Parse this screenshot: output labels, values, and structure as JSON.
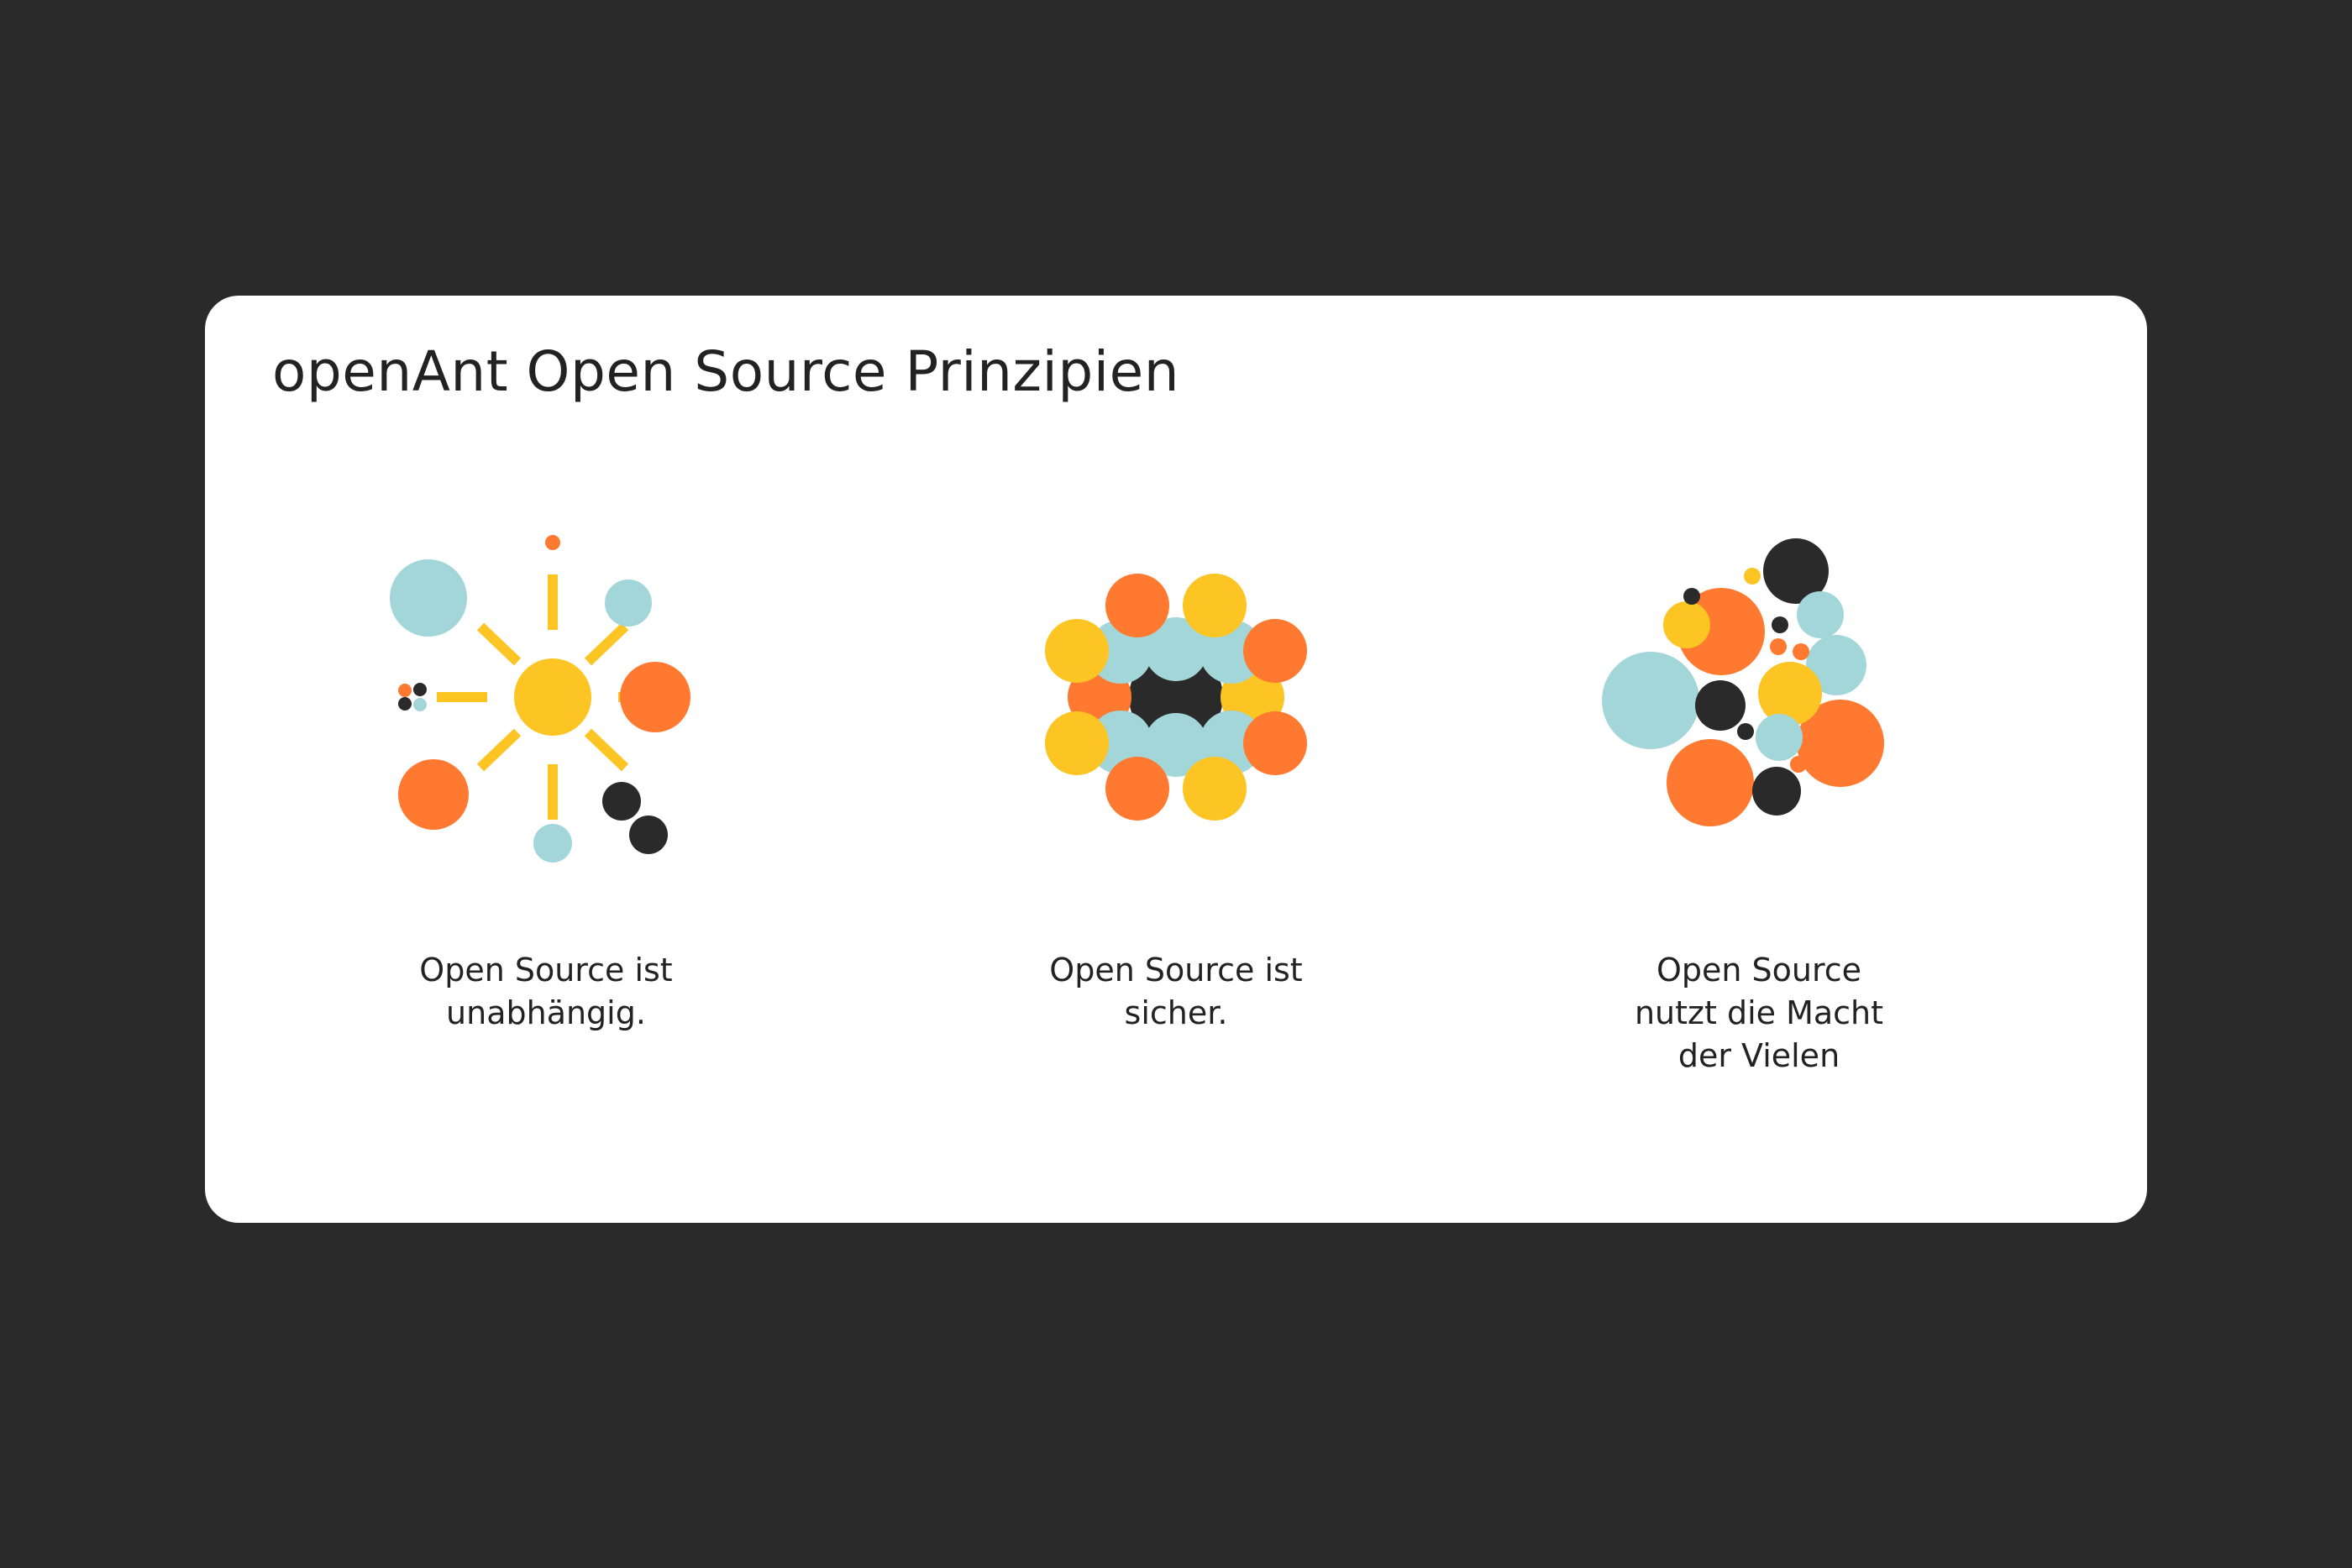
{
  "card": {
    "title": "openAnt Open Source Prinzipien"
  },
  "colors": {
    "background": "#2a2a2a",
    "card": "#ffffff",
    "teal": "#a3d6d9",
    "orange": "#ff7a30",
    "yellow": "#fcc523",
    "dark": "#2a2a2a",
    "text": "#222222"
  },
  "principles": [
    {
      "icon": "independence-sun-icon",
      "caption_lines": [
        "Open Source ist",
        "unabhängig."
      ]
    },
    {
      "icon": "security-ring-icon",
      "caption_lines": [
        "Open Source ist",
        "sicher."
      ]
    },
    {
      "icon": "many-circles-cluster-icon",
      "caption_lines": [
        "Open Source",
        "nutzt die Macht",
        "der Vielen"
      ]
    }
  ]
}
